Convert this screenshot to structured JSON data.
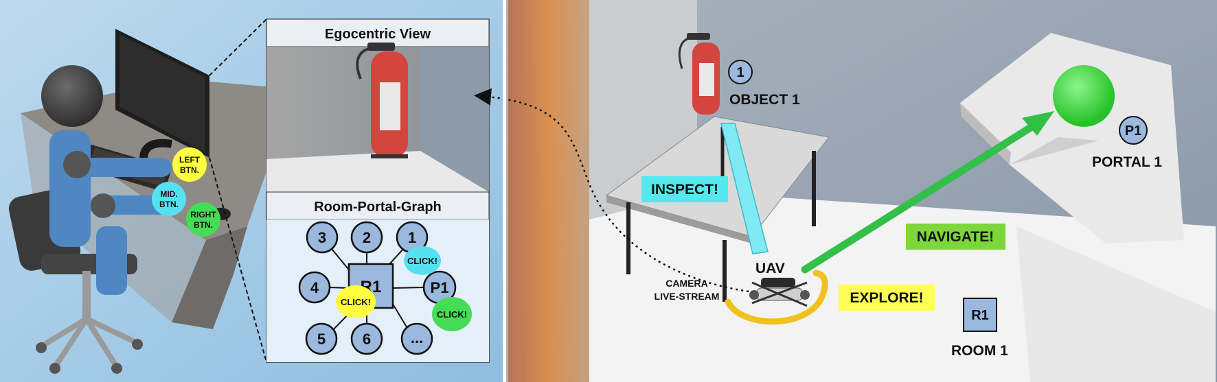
{
  "left_panel": {
    "buttons": {
      "left": [
        "LEFT",
        "BTN."
      ],
      "mid": [
        "MID.",
        "BTN."
      ],
      "right": [
        "RIGHT",
        "BTN."
      ]
    }
  },
  "inset": {
    "egocentric_title": "Egocentric View",
    "graph_title": "Room-Portal-Graph",
    "nodes": {
      "n1": "1",
      "n2": "2",
      "n3": "3",
      "n4": "4",
      "n5": "5",
      "n6": "6",
      "more": "...",
      "room": "R1",
      "portal": "P1"
    },
    "clicks": {
      "object": "CLICK!",
      "room": "CLICK!",
      "portal": "CLICK!"
    }
  },
  "scene": {
    "object_marker": "1",
    "object_label": "OBJECT 1",
    "portal_marker": "P1",
    "portal_label": "PORTAL 1",
    "room_marker": "R1",
    "room_label": "ROOM 1",
    "uav_label": "UAV",
    "camera_label": [
      "CAMERA",
      "LIVE-STREAM"
    ],
    "inspect": "INSPECT!",
    "navigate": "NAVIGATE!",
    "explore": "EXPLORE!"
  },
  "colors": {
    "inspect": "#55e8ee",
    "navigate": "#7cd63c",
    "explore": "#ffff55",
    "node_fill": "#9bb8de",
    "click_cyan": "#55e1f0",
    "click_yellow": "#ffff40",
    "click_green": "#44dd55"
  }
}
